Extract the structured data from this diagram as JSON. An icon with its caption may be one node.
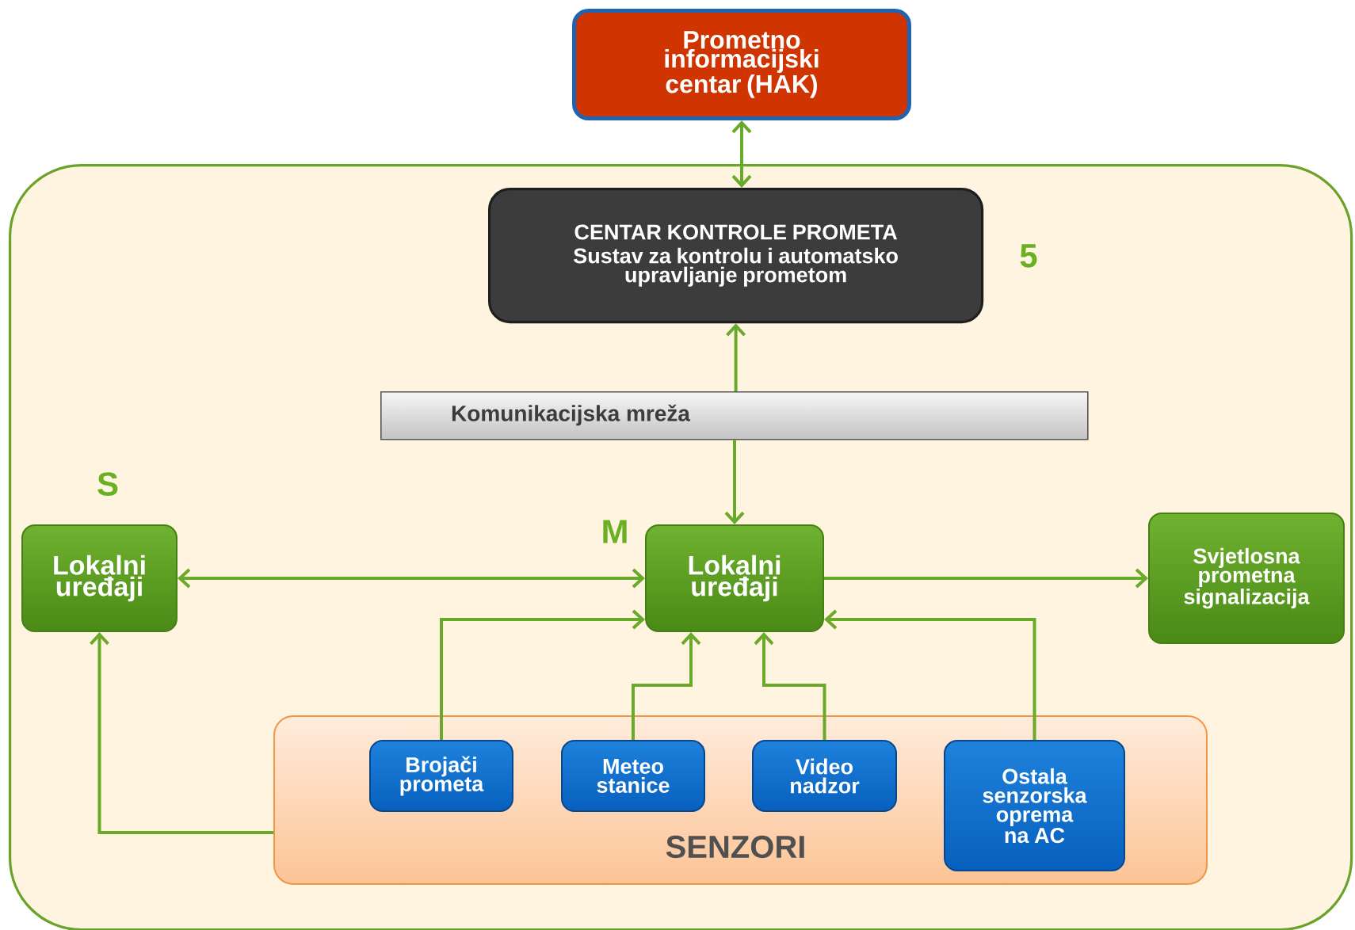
{
  "diagram": {
    "nodes": [
      {
        "text": [
          "Prometno informacijski centar (HAK)"
        ]
      },
      {
        "text": [],
        "shape": "box"
      },
      {
        "text": [
          "CENTAR KONTROLE PROMETA",
          "Sustav za kontrolu i automatsko upravljanje prometom"
        ],
        "in": 1,
        "beside": [
          "5"
        ]
      },
      {
        "text": [
          "Komunikacijska mreža"
        ],
        "in": 1
      },
      {
        "text": [
          "Lokalni uređaji"
        ],
        "in": 1,
        "beside": [
          "S"
        ]
      },
      {
        "text": [
          "Lokalni uređaji"
        ],
        "in": 1,
        "beside": [
          "M"
        ]
      },
      {
        "text": [
          "Svjetlosna prometna signalizacija"
        ],
        "in": 1
      },
      {
        "text": [
          "SENZORI"
        ],
        "in": 1
      },
      {
        "text": [
          "Brojači prometa"
        ],
        "in": 7
      },
      {
        "text": [
          "Meteo stanice"
        ],
        "in": 7
      },
      {
        "text": [
          "Video nadzor"
        ],
        "in": 7
      },
      {
        "text": [
          "Ostala senzorska oprema na AC"
        ],
        "in": 7
      }
    ],
    "edges": [
      {
        "from": 0,
        "to": 2,
        "arrow": "both"
      },
      {
        "from": 3,
        "to": 2,
        "arrow": "to"
      },
      {
        "from": 3,
        "to": 5,
        "arrow": "to"
      },
      {
        "from": 4,
        "to": 5,
        "arrow": "both"
      },
      {
        "from": 5,
        "to": 6,
        "arrow": "to"
      },
      {
        "from": 8,
        "to": 5,
        "arrow": "to"
      },
      {
        "from": 9,
        "to": 5,
        "arrow": "to"
      },
      {
        "from": 10,
        "to": 5,
        "arrow": "to"
      },
      {
        "from": 11,
        "to": 5,
        "arrow": "to"
      },
      {
        "from": 7,
        "to": 4,
        "arrow": "to"
      }
    ]
  }
}
